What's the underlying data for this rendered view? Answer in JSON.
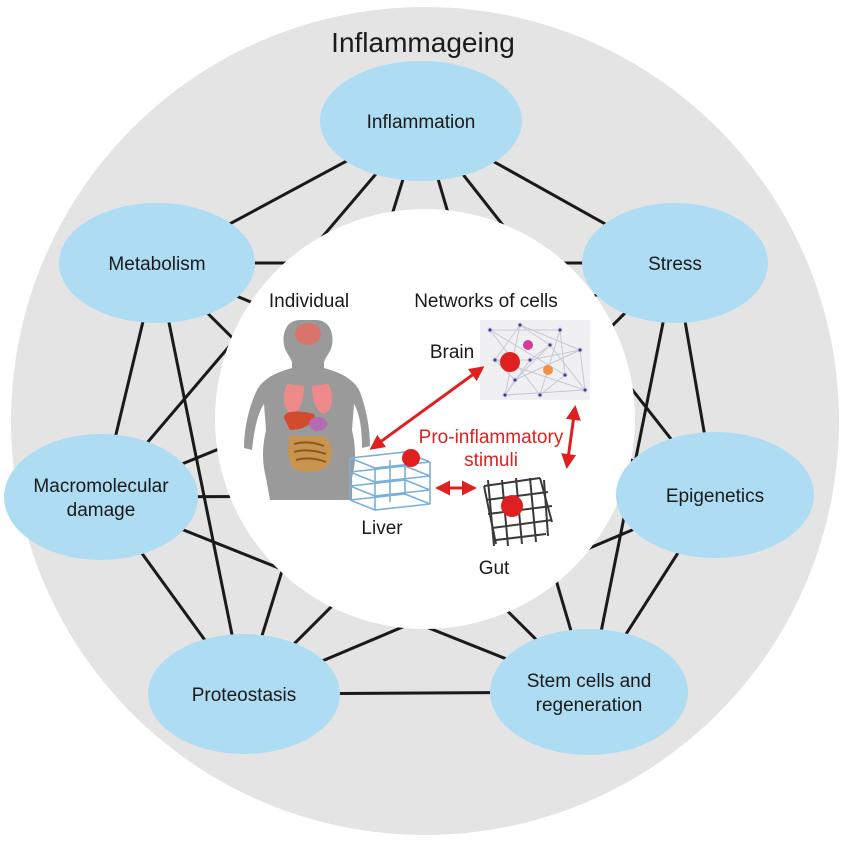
{
  "title": "Inflammageing",
  "nodes": [
    {
      "id": "inflammation",
      "lines": [
        "Inflammation"
      ]
    },
    {
      "id": "stress",
      "lines": [
        "Stress"
      ]
    },
    {
      "id": "epigenetics",
      "lines": [
        "Epigenetics"
      ]
    },
    {
      "id": "stem-cells",
      "lines": [
        "Stem cells and",
        "regeneration"
      ]
    },
    {
      "id": "proteostasis",
      "lines": [
        "Proteostasis"
      ]
    },
    {
      "id": "macromolecular",
      "lines": [
        "Macromolecular",
        "damage"
      ]
    },
    {
      "id": "metabolism",
      "lines": [
        "Metabolism"
      ]
    }
  ],
  "center": {
    "individual_label": "Individual",
    "networks_label": "Networks of cells",
    "brain_label": "Brain",
    "liver_label": "Liver",
    "gut_label": "Gut",
    "stimuli_line1": "Pro-inflammatory",
    "stimuli_line2": "stimuli"
  },
  "colors": {
    "outer_ring": "#e4e4e4",
    "node_fill": "#aedcf3",
    "stimuli_red": "#e02020",
    "silhouette": "#9a9a9a"
  }
}
